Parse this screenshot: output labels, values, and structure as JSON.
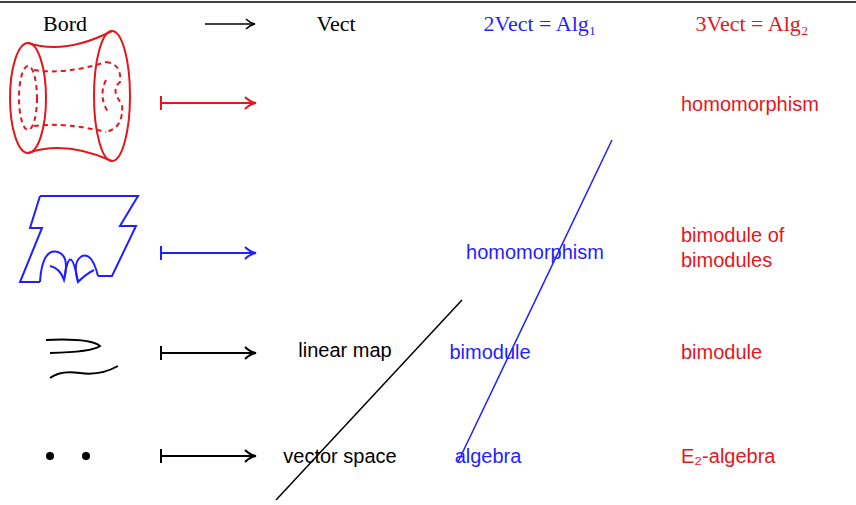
{
  "diagram": {
    "labels": [
      "Bord",
      "Vect",
      "2Vect = Alg₁",
      "3Vect = Alg₂",
      "homomorphism",
      "homomorphism",
      "bimodule of bimodules",
      "linear map",
      "bimodule",
      "bimodule",
      "vector space",
      "algebra",
      "E₂-algebra"
    ]
  }
}
